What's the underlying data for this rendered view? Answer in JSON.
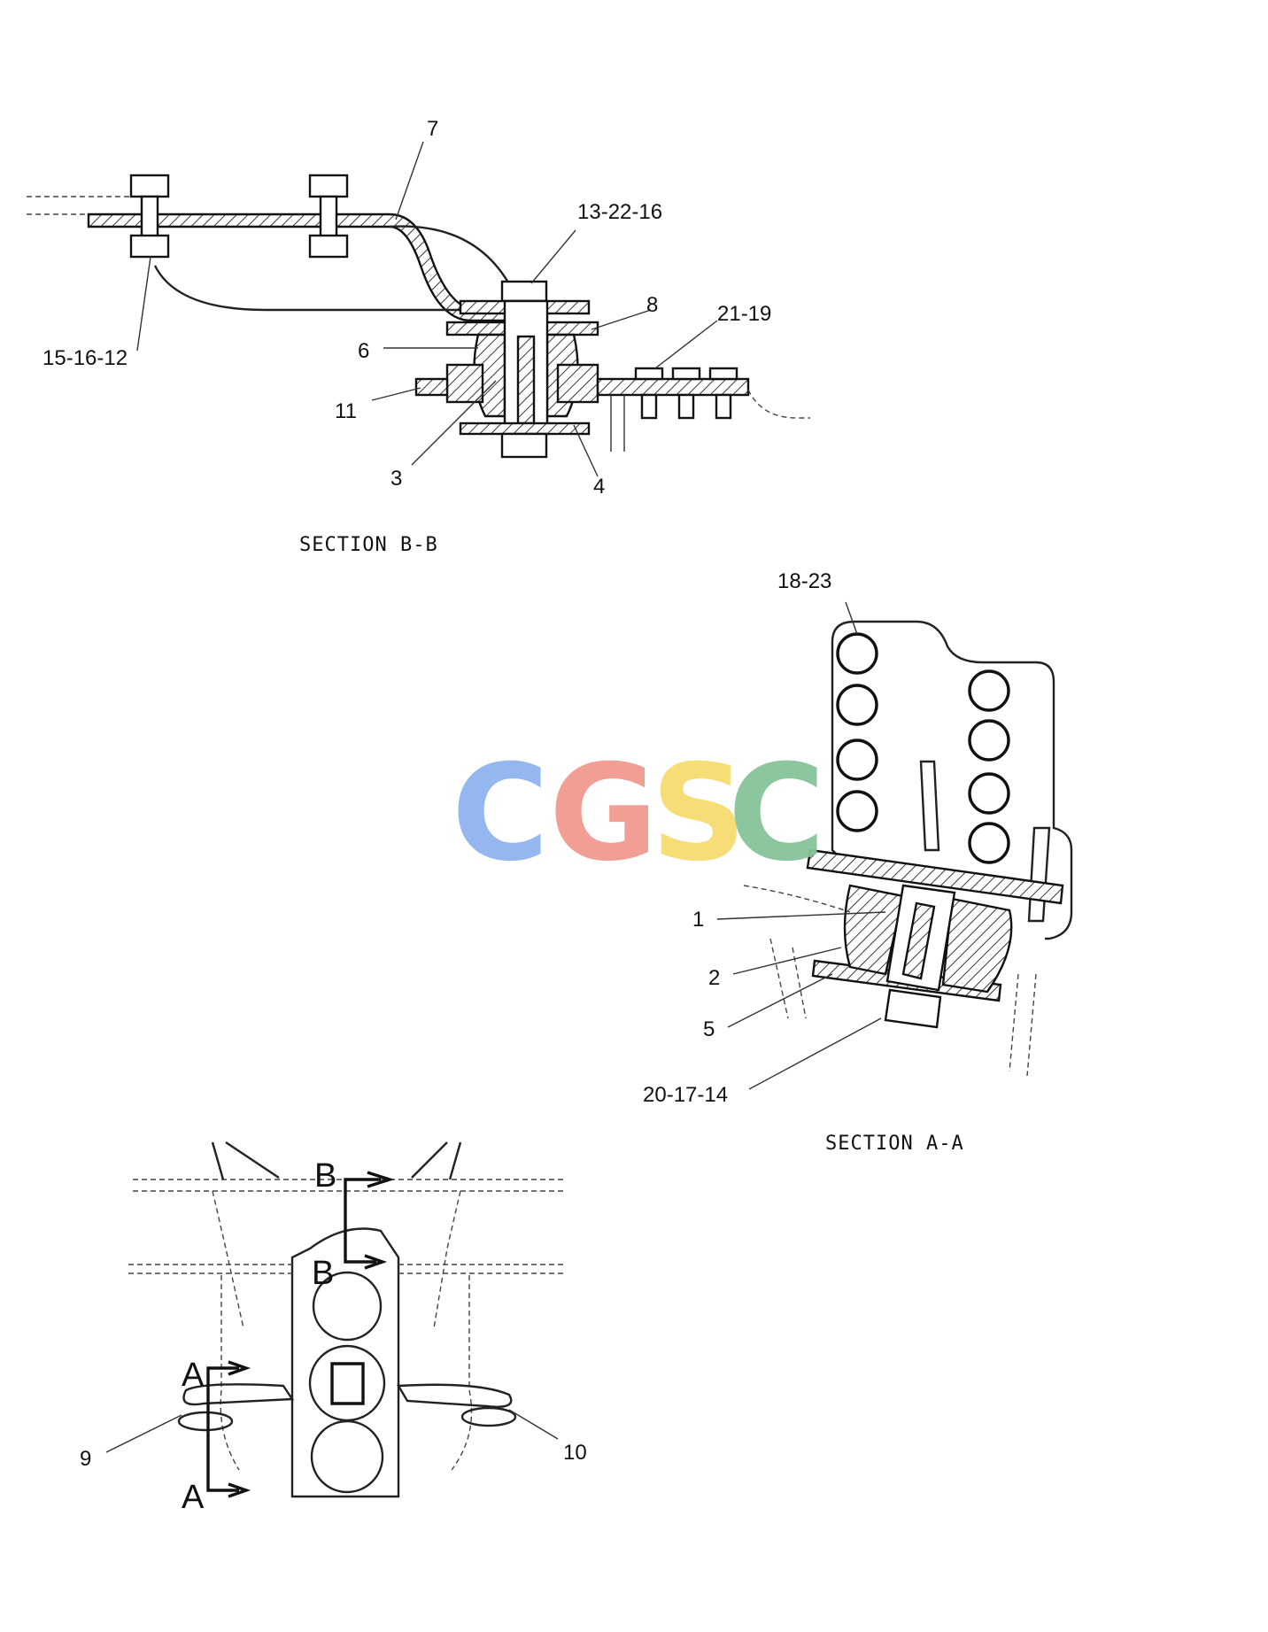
{
  "section_b": {
    "title": "SECTION B-B",
    "callouts": [
      "7",
      "13-22-16",
      "8",
      "21-19",
      "6",
      "15-16-12",
      "11",
      "3",
      "4"
    ]
  },
  "section_a": {
    "title": "SECTION A-A",
    "callouts": [
      "18-23",
      "1",
      "2",
      "5",
      "20-17-14"
    ]
  },
  "overview": {
    "view_marks": [
      "B",
      "B",
      "A",
      "A"
    ],
    "callouts": [
      "9",
      "10"
    ]
  },
  "watermark": {
    "letters": [
      "C",
      "G",
      "S",
      "C"
    ],
    "colors": [
      "#8fb4ef",
      "#f19a8f",
      "#f6dc6e",
      "#86c49a"
    ]
  }
}
